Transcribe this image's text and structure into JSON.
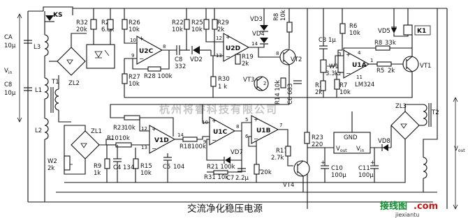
{
  "title": "交流净化稳压电源",
  "watermark": "杭州将睿科技有限公司",
  "logo": {
    "main": "接线图",
    "suffix": ".com",
    "sub": "jiexiantu"
  },
  "colors": {
    "ink": "#111111",
    "watermark": "#c6c6c6",
    "logo_green": "#0c8a2c",
    "logo_red": "#c01818"
  },
  "ics": {
    "u2c": "U2C",
    "u2d": "U2D",
    "u1a": "U1A",
    "v1d": "V1D",
    "u1c": "U1C",
    "u1b": "U1B",
    "lm324": "LM324",
    "reg_gnd": "GND",
    "reg_vout": "V",
    "reg_vout_sub": "out",
    "reg_vin": "V",
    "reg_vin_sub": "in"
  },
  "pins": {
    "u2c_p": "10",
    "u2c_n": "9",
    "u2c_o": "8",
    "u2d_p": "12",
    "u2d_n": "13",
    "u2d_o": "14",
    "u1a_p": "3",
    "u1a_n": "2",
    "u1a_o": "1",
    "u1a_v": "4",
    "u1a_g": "11",
    "v1d_p": "12",
    "v1d_n": "13",
    "v1d_o": "14",
    "u1c_p": "10",
    "u1c_n": "9",
    "u1c_o": "8",
    "u1b_p": "5",
    "u1b_n": "6",
    "u1b_o": "7",
    "vt2_b": "8",
    "vt3_b": "2"
  },
  "components": {
    "ks": "KS",
    "r32": "R32",
    "r32v": "20k",
    "r20": "R20",
    "r20v": "6.8k",
    "r26": "R26",
    "r26v": "10k",
    "r22": "R22",
    "r22v": "10k",
    "r25": "R25",
    "r25v": "10k",
    "r29": "R29",
    "r29v": "2k",
    "vd3": "VD3",
    "vd4": "VD4",
    "r8b": "R8",
    "r8bv": "10k",
    "vt2": "VT2",
    "r27": "R27",
    "r27v": "10k",
    "r28": "R28 100k",
    "c8": "C8",
    "c8v": "332",
    "vd2": "VD2",
    "r19": "R19",
    "r19v": "2k",
    "r30": "R30",
    "r30v": "1 k",
    "vt3": "VT3",
    "r14": "R14 10k",
    "c6": "C6 683",
    "zl2": "ZL2",
    "t1": "T1",
    "ca": "CA",
    "cav": "10μ",
    "l3": "L3",
    "l1": "L1",
    "c8b": "C8",
    "c8bv": "10μ",
    "l2": "L2",
    "vin": "V",
    "vin_sub": "in",
    "c3": "C3",
    "c3v": "1μ",
    "r6": "R6",
    "r6v": "10k",
    "vd5": "VD5",
    "k1": "K1",
    "w1": "W1",
    "w1v": "3.3k",
    "r8": "R8",
    "r8v": "33k",
    "r1": "R1",
    "r1v": "2k",
    "r7": "R7",
    "r7v": "10k",
    "r5": "R5",
    "r5v": "2k",
    "vt1": "VT1",
    "r23a": "R23",
    "r23av": "10k",
    "zl1": "ZL1",
    "r10": "R10",
    "r10v": "10k",
    "w2": "W2",
    "w2v": "2k",
    "r9": "R9",
    "r9v": "1k",
    "c4": "C4",
    "c4v": "134",
    "r15": "R15",
    "r15v": "10k",
    "c5": "C5",
    "c5v": "104",
    "r18": "R18100k",
    "vd7": "VD7",
    "r21": "R21 100k",
    "r31": "R31 10k",
    "c7": "C7",
    "c7v": "2.2μ",
    "r20b": "20k",
    "r17": "R17",
    "r17v": "2.7k",
    "vt4": "VT4",
    "r23b": "R23",
    "r23bv": "220",
    "c10": "C10",
    "c10v": "100μ",
    "c11": "C11",
    "c11v": "100μ",
    "vd8": "VD8",
    "zl3": "ZL3",
    "t2": "T2",
    "vout": "V",
    "vout_sub": "out"
  }
}
